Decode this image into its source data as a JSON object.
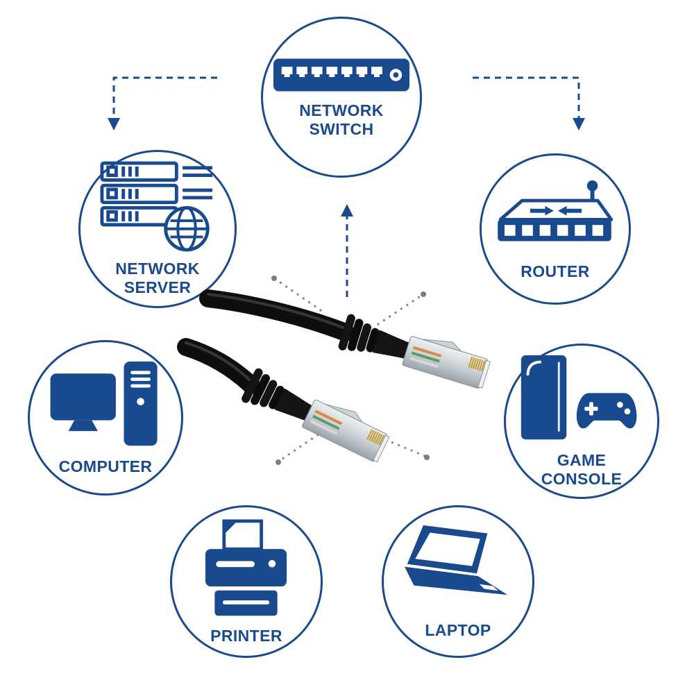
{
  "diagram": {
    "accent_color": "#1a4a8e",
    "dotted_line_color": "#8c8c8c",
    "center_object": "black-ethernet-patch-cable-with-two-rj45-connectors",
    "nodes": [
      {
        "id": "network-switch",
        "icon": "network-switch-icon",
        "label": "NETWORK SWITCH"
      },
      {
        "id": "network-server",
        "icon": "network-server-icon",
        "label": "NETWORK SERVER"
      },
      {
        "id": "router",
        "icon": "router-icon",
        "label": "ROUTER"
      },
      {
        "id": "computer",
        "icon": "computer-icon",
        "label": "COMPUTER"
      },
      {
        "id": "game-console",
        "icon": "game-console-icon",
        "label": "GAME CONSOLE"
      },
      {
        "id": "printer",
        "icon": "printer-icon",
        "label": "PRINTER"
      },
      {
        "id": "laptop",
        "icon": "laptop-icon",
        "label": "LAPTOP"
      }
    ]
  }
}
